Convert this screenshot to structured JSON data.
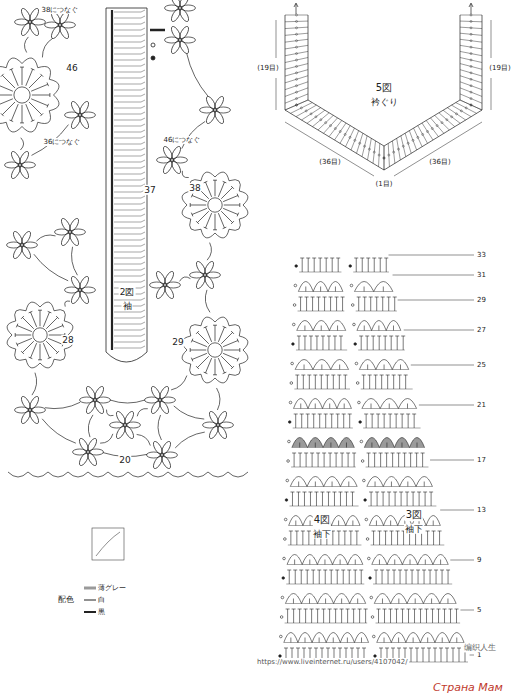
{
  "diagram": {
    "labels": [
      "38につなぐ",
      "46につなぐ",
      "36につなぐ",
      "46",
      "37",
      "38",
      "28",
      "29",
      "20",
      "2図",
      "袖",
      "5図",
      "衿ぐり",
      "(19目)",
      "(19目)",
      "(36目)",
      "(36目)",
      "(1目)",
      "33",
      "31",
      "29",
      "27",
      "25",
      "21",
      "17",
      "13",
      "9",
      "5",
      "1",
      "4図",
      "袖下",
      "3図",
      "袖下",
      "配色",
      "https://www.liveinternet.ru/users/4107042/",
      "编织人生",
      "Страна Мам"
    ],
    "legend": [
      {
        "text": "薄グレー"
      },
      {
        "text": "白"
      },
      {
        "text": "黒"
      }
    ]
  }
}
